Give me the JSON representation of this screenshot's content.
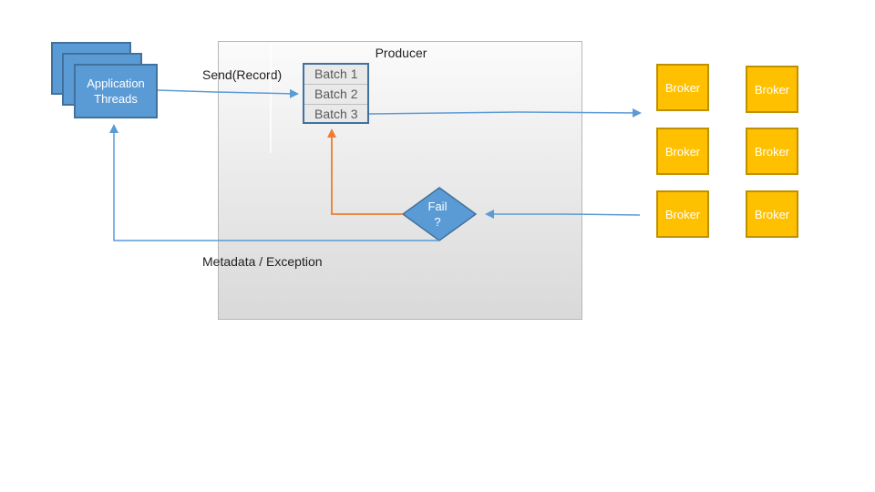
{
  "producer": {
    "title": "Producer"
  },
  "app_threads": {
    "line1": "Application",
    "line2": "Threads"
  },
  "send_label": "Send(Record)",
  "batches": [
    "Batch 1",
    "Batch 2",
    "Batch 3"
  ],
  "fail": {
    "line1": "Fail",
    "line2": "?"
  },
  "metadata_label": "Metadata / Exception",
  "brokers": [
    "Broker",
    "Broker",
    "Broker",
    "Broker",
    "Broker",
    "Broker"
  ],
  "colors": {
    "thread_fill": "#5b9bd5",
    "broker_fill": "#ffc000",
    "arrow_blue": "#5b9bd5",
    "arrow_orange": "#ed7d31"
  }
}
